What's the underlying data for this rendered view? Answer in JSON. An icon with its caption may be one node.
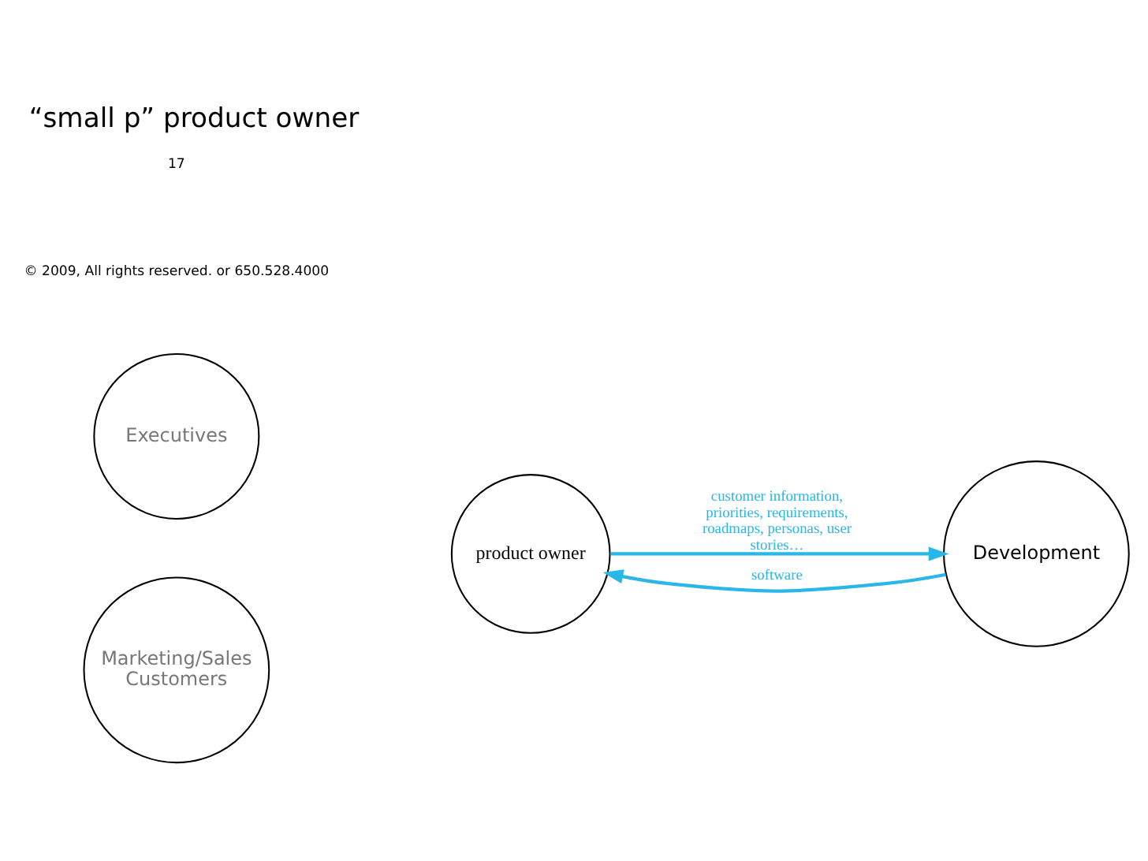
{
  "diagram": {
    "title": "“small p” product owner",
    "nodes": [
      {
        "text": [
          "Executives"
        ]
      },
      {
        "text": [
          "product owner"
        ]
      },
      {
        "text": [
          "Development"
        ]
      },
      {
        "text": [
          "Marketing/Sales Customers"
        ]
      }
    ],
    "edges": [
      {
        "from": 1,
        "to": 2,
        "arrow": "to",
        "label": "customer information, priorities, requirements, roadmaps, personas, user stories…"
      },
      {
        "from": 2,
        "to": 1,
        "arrow": "to",
        "label": "software"
      }
    ],
    "labels": [
      "© 2009, All rights reserved. or 650.528.4000",
      "17"
    ]
  }
}
